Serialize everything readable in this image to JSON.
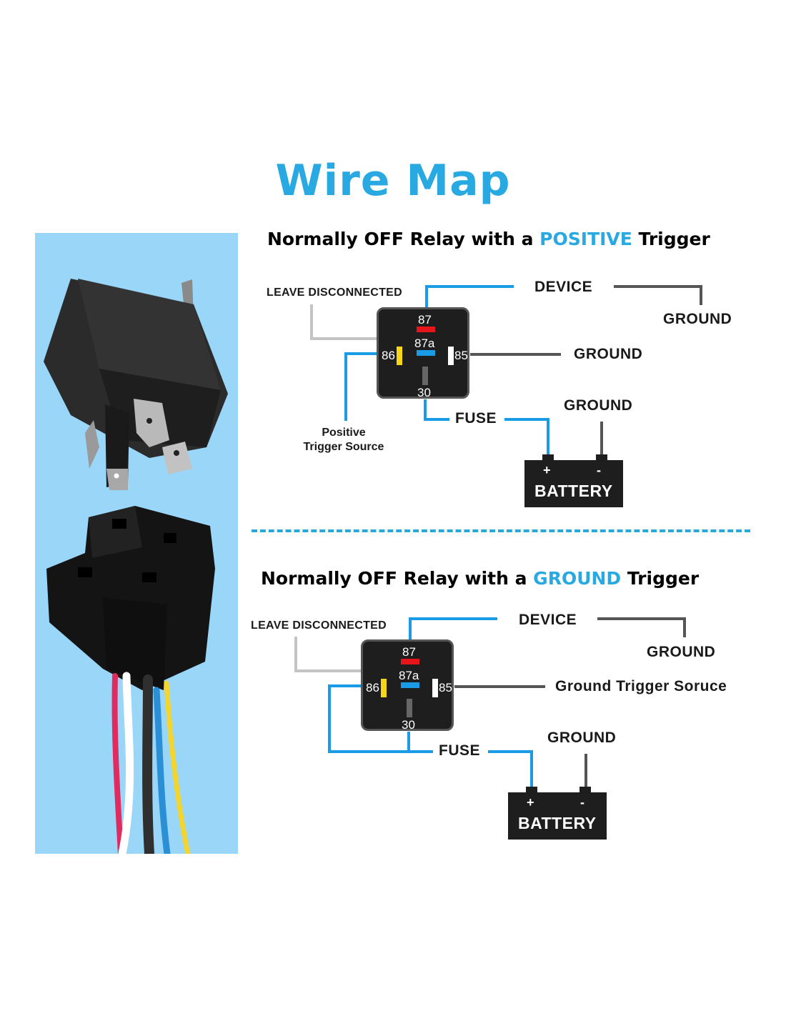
{
  "colors": {
    "accent": "#29a9e1",
    "wire_blue": "#1a9be6",
    "wire_dark": "#555555",
    "wire_gray": "#c4c4c4",
    "photo_bg": "#99d6f8",
    "pin_87": "#e8141b",
    "pin_87a": "#1a9be6",
    "pin_86": "#f6d618",
    "pin_85": "#ffffff",
    "pin_30": "#666666"
  },
  "title": "Wire Map",
  "photo": {
    "alt": "Relay and wiring harness socket",
    "wire_colors": [
      "red",
      "white",
      "black",
      "blue",
      "yellow"
    ]
  },
  "diagrams": [
    {
      "subtitle_pre": "Normally OFF Relay with a ",
      "subtitle_accent": "POSITIVE",
      "subtitle_post": " Trigger",
      "leave_disconnected": "LEAVE DISCONNECTED",
      "device": "DEVICE",
      "device_ground": "GROUND",
      "pin85_label": "GROUND",
      "trigger_source_line1": "Positive",
      "trigger_source_line2": "Trigger Source",
      "fuse": "FUSE",
      "battery_ground": "GROUND",
      "relay_pins": {
        "p87": "87",
        "p87a": "87a",
        "p86": "86",
        "p85": "85",
        "p30": "30"
      },
      "battery": {
        "plus": "+",
        "minus": "-",
        "label": "BATTERY"
      }
    },
    {
      "subtitle_pre": "Normally OFF Relay with a ",
      "subtitle_accent": "GROUND",
      "subtitle_post": " Trigger",
      "leave_disconnected": "LEAVE DISCONNECTED",
      "device": "DEVICE",
      "device_ground": "GROUND",
      "pin85_label": "Ground Trigger Soruce",
      "fuse": "FUSE",
      "battery_ground": "GROUND",
      "relay_pins": {
        "p87": "87",
        "p87a": "87a",
        "p86": "86",
        "p85": "85",
        "p30": "30"
      },
      "battery": {
        "plus": "+",
        "minus": "-",
        "label": "BATTERY"
      }
    }
  ]
}
